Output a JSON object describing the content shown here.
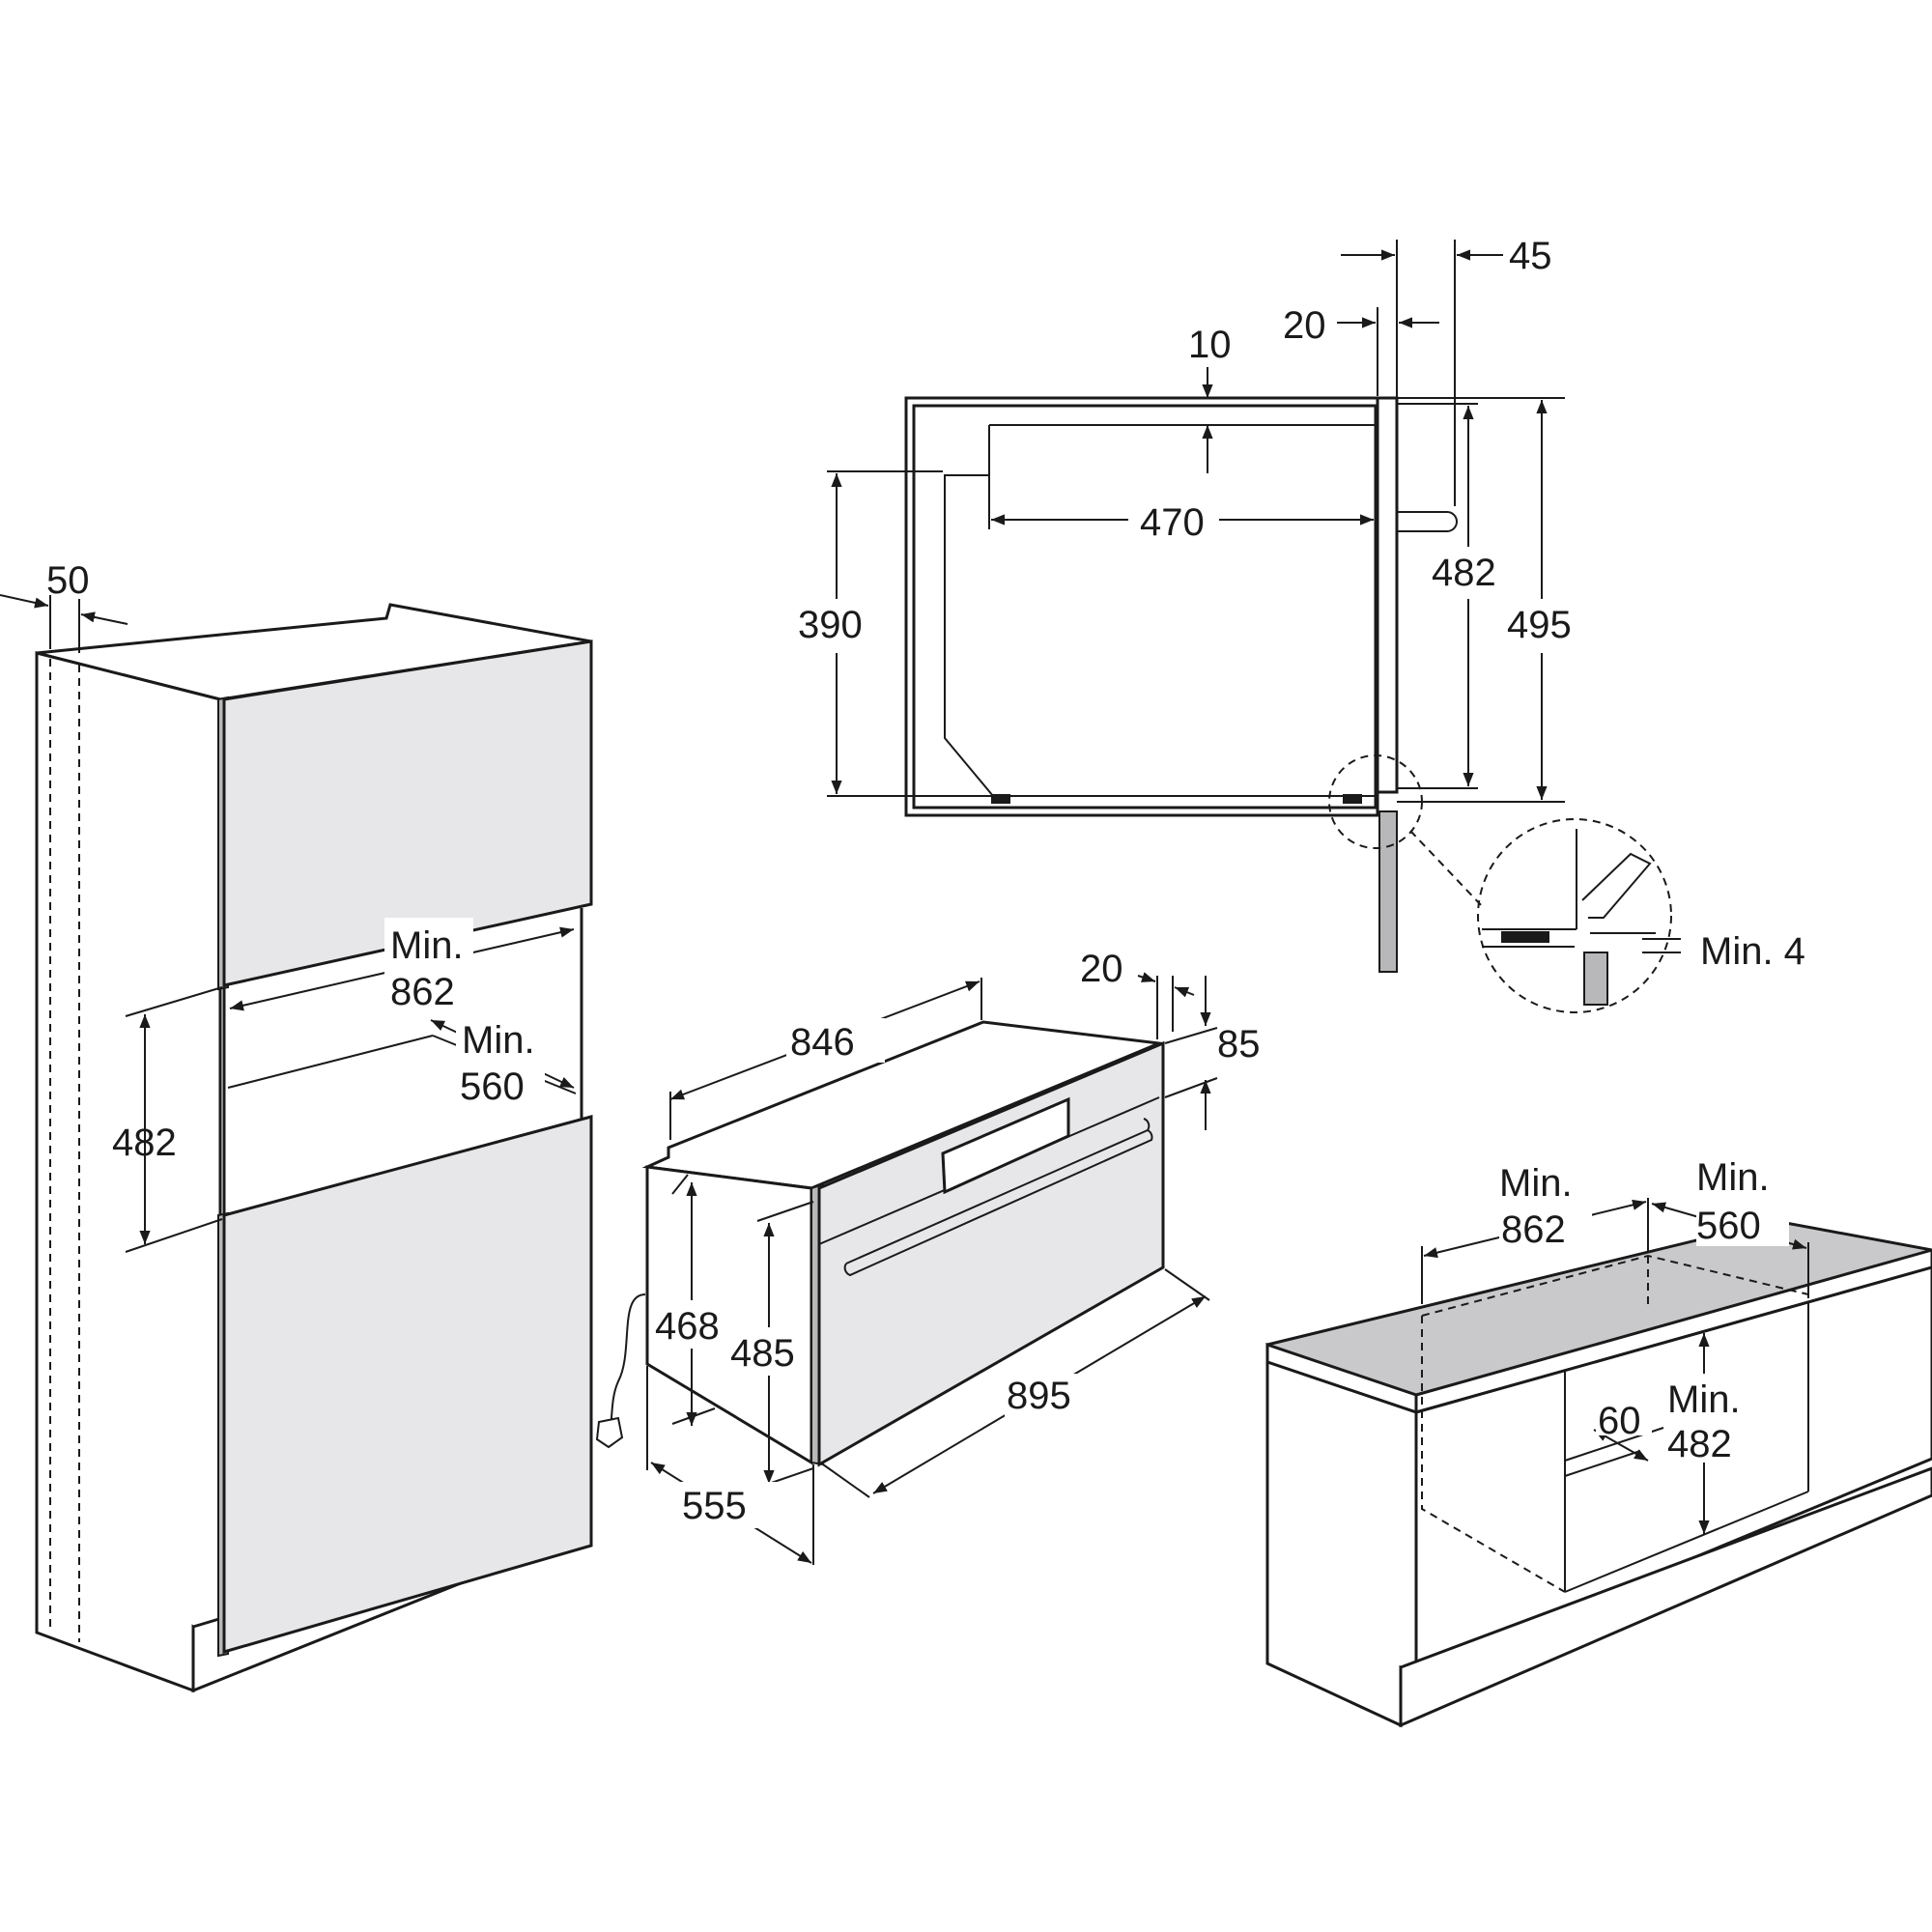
{
  "colors": {
    "line": "#1a1a1a",
    "panel": "#e7e7e9",
    "edge": "#b8b8ba",
    "worktop": "#c9c9cb",
    "background": "#ffffff"
  },
  "tall_cabinet": {
    "dim_50": "50",
    "dim_482": "482",
    "min_862": {
      "min": "Min.",
      "value": "862"
    },
    "min_560": {
      "min": "Min.",
      "value": "560"
    }
  },
  "cross_section": {
    "dim_10": "10",
    "dim_20": "20",
    "dim_45": "45",
    "dim_470": "470",
    "dim_390": "390",
    "dim_482": "482",
    "dim_495": "495",
    "detail_min": "Min. 4"
  },
  "appliance": {
    "dim_846": "846",
    "dim_20": "20",
    "dim_85": "85",
    "dim_468": "468",
    "dim_485": "485",
    "dim_895": "895",
    "dim_555": "555"
  },
  "base_cabinet": {
    "min_862": {
      "min": "Min.",
      "value": "862"
    },
    "min_560": {
      "min": "Min.",
      "value": "560"
    },
    "dim_60": "60",
    "min_482": {
      "min": "Min.",
      "value": "482"
    }
  }
}
